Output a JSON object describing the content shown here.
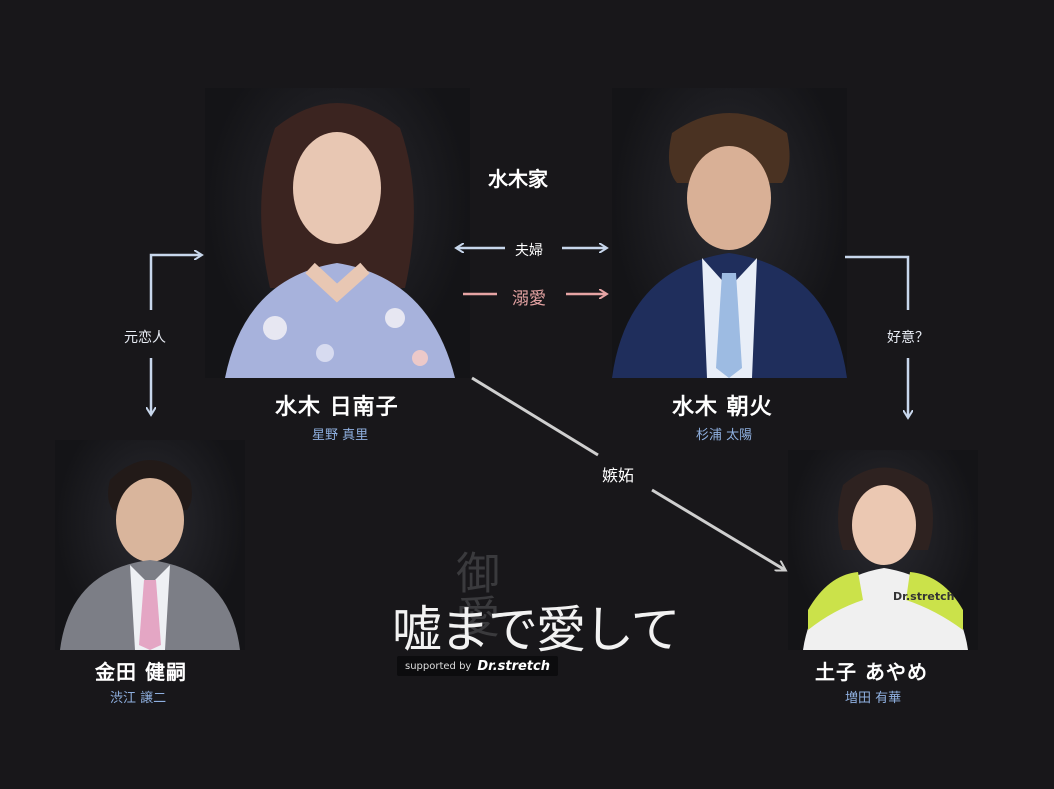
{
  "family_label": "水木家",
  "characters": {
    "hinako": {
      "name": "水木 日南子",
      "actor": "星野 真里"
    },
    "asahi": {
      "name": "水木 朝火",
      "actor": "杉浦 太陽"
    },
    "kenji": {
      "name": "金田 健嗣",
      "actor": "渋江 譲二"
    },
    "ayame": {
      "name": "土子 あやめ",
      "actor": "増田 有華"
    }
  },
  "relations": {
    "spouses": "夫婦",
    "doting": "溺愛",
    "ex_lover": "元恋人",
    "affection": "好意？",
    "jealousy": "嫉妬"
  },
  "logo": {
    "title": "嘘まで愛して",
    "sponsor_prefix": "supported by",
    "sponsor_brand": "Dr.stretch",
    "seal": "御愛"
  },
  "shirt_text": "Dr.stretch",
  "colors": {
    "background": "#18171a",
    "arrow_blue": "#c8d7ec",
    "arrow_pink": "#e6a4a4",
    "arrow_gray": "#cfcfcf",
    "actor_name": "#8fb0e0",
    "doting_text": "#e6a4a4"
  }
}
